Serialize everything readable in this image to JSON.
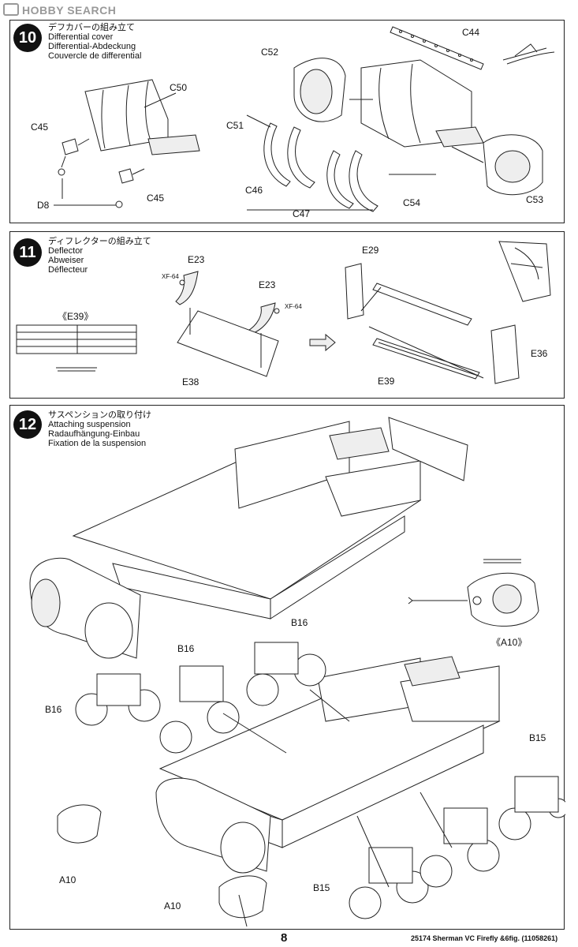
{
  "watermark": "HOBBY SEARCH",
  "steps": [
    {
      "number": "10",
      "titles": [
        "デフカバーの組み立て",
        "Differential cover",
        "Differential-Abdeckung",
        "Couvercle de differential"
      ],
      "labels": {
        "c50": "C50",
        "c45a": "C45",
        "c45b": "C45",
        "d8": "D8",
        "c52": "C52",
        "c44": "C44",
        "c51": "C51",
        "c46": "C46",
        "c47": "C47",
        "c54": "C54",
        "c53": "C53"
      }
    },
    {
      "number": "11",
      "titles": [
        "ディフレクターの組み立て",
        "Deflector",
        "Abweiser",
        "Déflecteur"
      ],
      "labels": {
        "e39box": "《E39》",
        "e23a": "E23",
        "e23b": "E23",
        "xf64a": "XF-64",
        "xf64b": "XF-64",
        "e38": "E38",
        "e29": "E29",
        "e36": "E36",
        "e39": "E39"
      }
    },
    {
      "number": "12",
      "titles": [
        "サスペンションの取り付け",
        "Attaching suspension",
        "Radaufhängung-Einbau",
        "Fixation de la suspension"
      ],
      "labels": {
        "b16a": "B16",
        "b16b": "B16",
        "b16c": "B16",
        "b15a": "B15",
        "b15b": "B15",
        "a10a": "A10",
        "a10b": "A10",
        "a10box": "《A10》"
      }
    }
  ],
  "footer": {
    "page": "8",
    "code": "25174  Sherman VC Firefly &6fig. (11058261)"
  }
}
